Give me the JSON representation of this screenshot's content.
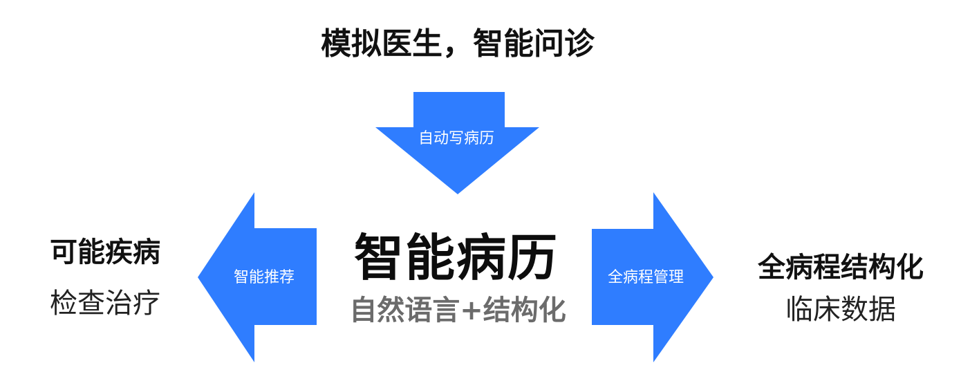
{
  "top": {
    "title": "模拟医生，智能问诊"
  },
  "arrows": {
    "down_label": "自动写病历",
    "left_label": "智能推荐",
    "right_label": "全病程管理",
    "color": "#2f7dff"
  },
  "center": {
    "title": "智能病历",
    "subtitle": "自然语言+结构化"
  },
  "left": {
    "title": "可能疾病",
    "subtitle": "检查治疗"
  },
  "right": {
    "title": "全病程结构化",
    "subtitle": "临床数据"
  }
}
